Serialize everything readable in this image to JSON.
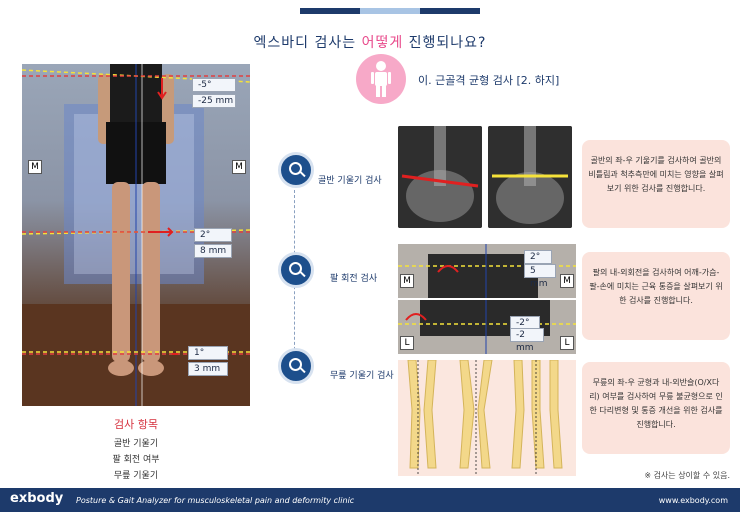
{
  "header": {
    "title_prefix": "엑스바디 검사는 ",
    "title_highlight": "어떻게",
    "title_suffix": " 진행되나요?",
    "accent_color": "#e8488a",
    "navy_color": "#1d3a6b"
  },
  "section": {
    "icon": "person-icon",
    "title": "이. 근골격 균형 검사 [2. 하지]"
  },
  "photo": {
    "pelvis_angle": "-5°",
    "pelvis_mm": "-25 mm",
    "knee_angle": "2°",
    "knee_mm": "8 mm",
    "ankle_angle": "1°",
    "ankle_mm": "3 mm",
    "side_left": "M",
    "side_right": "M"
  },
  "caption": {
    "heading": "검사 항목",
    "items": [
      "골반 기울기",
      "팔 회전 여부",
      "무릎 기울기"
    ]
  },
  "tests": [
    {
      "icon": "magnifier-icon",
      "label": "골반 기울기 검사",
      "description": "골반의 좌-우 기울기를 검사하여 골반의 비틀림과 척추측만에 미치는 영향을 살펴보기 위한 검사를 진행합니다."
    },
    {
      "icon": "magnifier-icon",
      "label": "팔 회전 검사",
      "description": "팔의 내-외회전을 검사하여 어깨-가슴-팔-손에 미치는 근육 통증을 살펴보기 위한 검사를 진행합니다.",
      "upper_angle": "2°",
      "upper_mm": "5 mm",
      "upper_side_left": "M",
      "upper_side_right": "M",
      "lower_angle": "-2°",
      "lower_mm": "-2 mm",
      "lower_side_left": "L",
      "lower_side_right": "L"
    },
    {
      "icon": "magnifier-icon",
      "label": "무릎 기울기 검사",
      "description": "무릎의 좌-우 균형과 내-외반슬(O/X다리) 여부를 검사하여 무릎 불균형으로 인한 다리변형 및 통증 개선을 위한 검사를 진행합니다."
    }
  ],
  "note": "※ 검사는 상이할 수 있음.",
  "footer": {
    "brand": "exbody",
    "tagline": "Posture & Gait Analyzer for musculoskeletal pain and deformity clinic",
    "site": "www.exbody.com"
  }
}
